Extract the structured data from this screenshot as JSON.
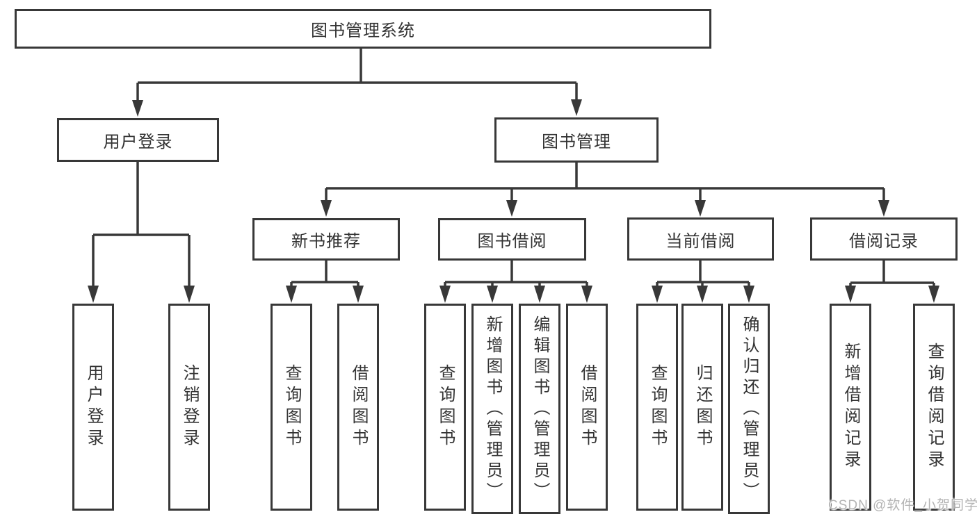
{
  "nodes": {
    "root": "图书管理系统",
    "user_login": "用户登录",
    "book_mgmt": "图书管理",
    "new_book_rec": "新书推荐",
    "book_borrow": "图书借阅",
    "current_borrow": "当前借阅",
    "borrow_record": "借阅记录",
    "leaf_user_login": "用户登录",
    "leaf_logout": "注销登录",
    "leaf_query_book_rec": "查询图书",
    "leaf_borrow_book_rec": "借阅图书",
    "leaf_query_book_borrow": "查询图书",
    "leaf_add_book": "新增图书（管理员）",
    "leaf_edit_book": "编辑图书（管理员）",
    "leaf_borrow_book_borrow": "借阅图书",
    "leaf_query_book_current": "查询图书",
    "leaf_return_book": "归还图书",
    "leaf_confirm_return": "确认归还（管理员）",
    "leaf_add_borrow_record": "新增借阅记录",
    "leaf_query_borrow_record": "查询借阅记录"
  },
  "watermark": "CSDN @软件_小贺同学",
  "colors": {
    "line": "#383838",
    "text": "#333333",
    "watermark": "#b3b3b3",
    "background": "#ffffff"
  }
}
